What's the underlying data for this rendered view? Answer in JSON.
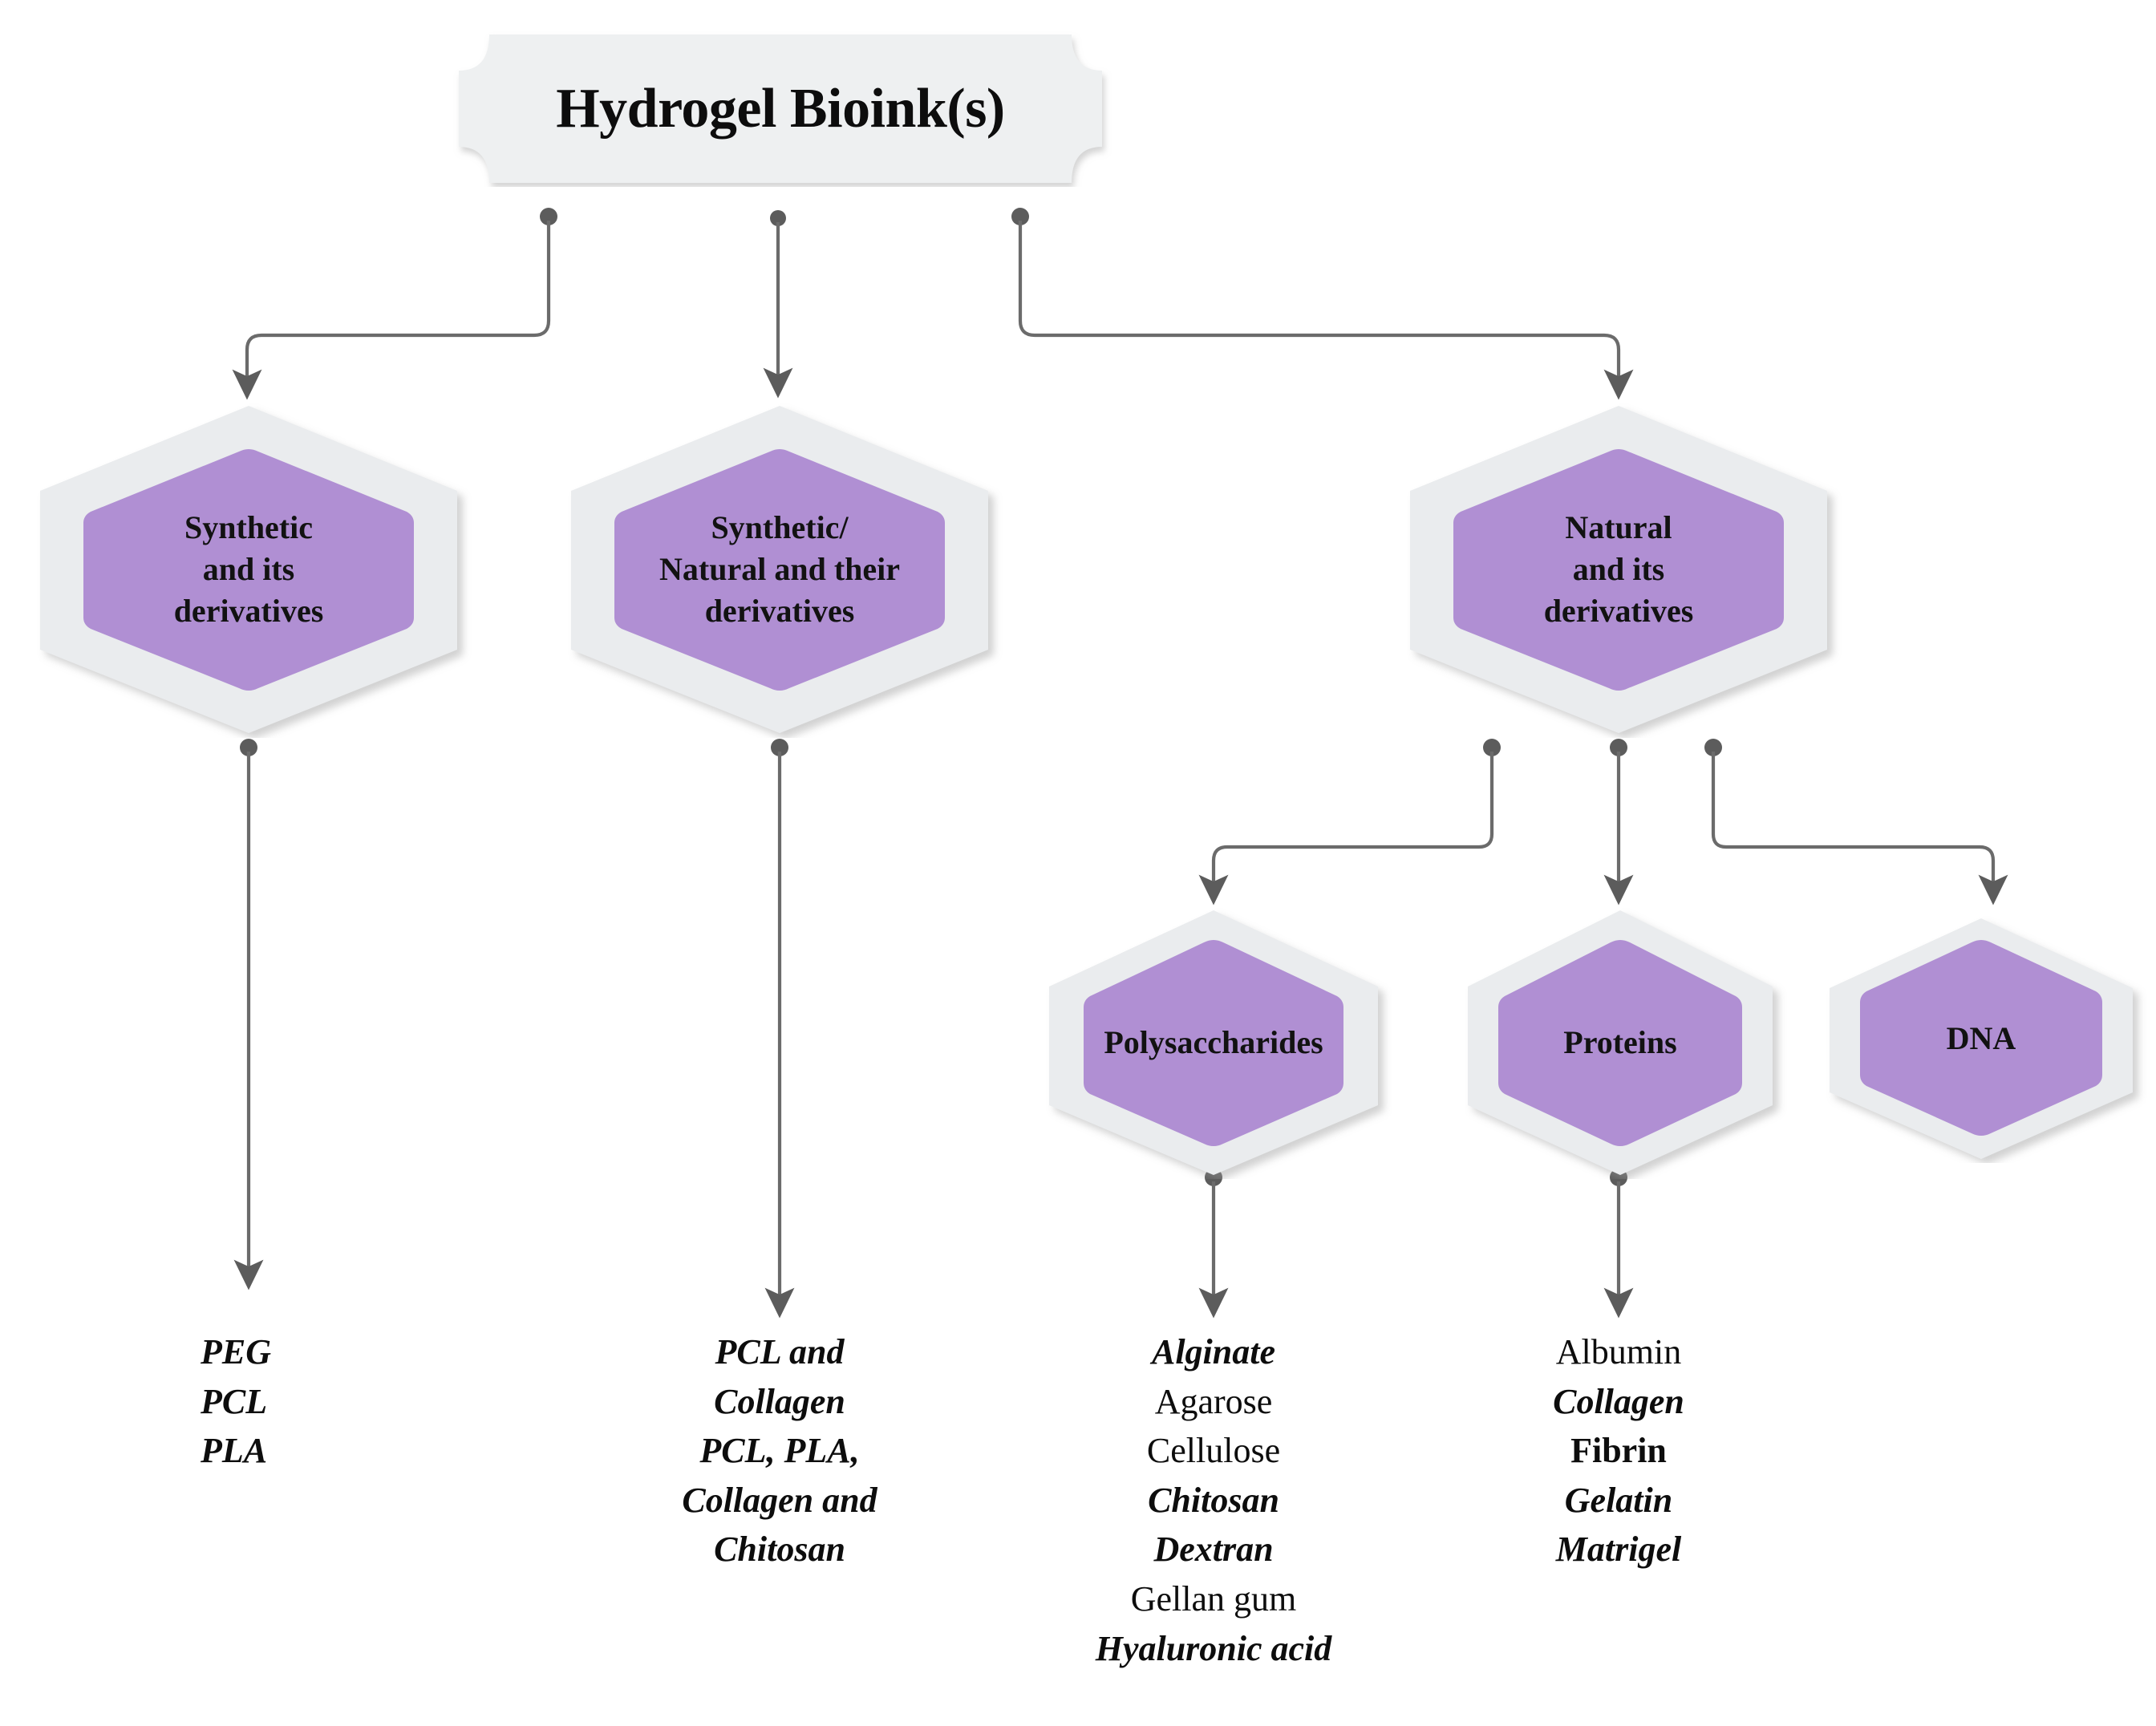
{
  "diagram": {
    "title": "Hydrogel Bioink(s)",
    "root": {
      "label": "Hydrogel Bioink(s)"
    },
    "tier1": [
      {
        "label": "Synthetic\nand its\nderivatives"
      },
      {
        "label": "Synthetic/\nNatural and their\nderivatives"
      },
      {
        "label": "Natural\nand its\nderivatives"
      }
    ],
    "tier2": [
      {
        "label": "Polysaccharides"
      },
      {
        "label": "Proteins"
      },
      {
        "label": "DNA"
      }
    ],
    "lists": {
      "synthetic": {
        "items": [
          {
            "text": "PEG",
            "style": "bold-italic"
          },
          {
            "text": "PCL",
            "style": "bold-italic"
          },
          {
            "text": "PLA",
            "style": "bold-italic"
          }
        ]
      },
      "synthetic_natural": {
        "items": [
          {
            "text": "PCL and",
            "style": "bold-italic"
          },
          {
            "text": "Collagen",
            "style": "bold-italic"
          },
          {
            "text": "PCL, PLA,",
            "style": "bold-italic"
          },
          {
            "text": "Collagen and",
            "style": "bold-italic"
          },
          {
            "text": "Chitosan",
            "style": "bold-italic"
          }
        ]
      },
      "polysaccharides": {
        "items": [
          {
            "text": "Alginate",
            "style": "bold-italic"
          },
          {
            "text": "Agarose",
            "style": "normal"
          },
          {
            "text": "Cellulose",
            "style": "normal"
          },
          {
            "text": "Chitosan",
            "style": "bold-italic"
          },
          {
            "text": "Dextran",
            "style": "bold-italic"
          },
          {
            "text": "Gellan gum",
            "style": "normal"
          },
          {
            "text": "Hyaluronic acid",
            "style": "bold-italic"
          }
        ]
      },
      "proteins": {
        "items": [
          {
            "text": "Albumin",
            "style": "normal"
          },
          {
            "text": "Collagen",
            "style": "bold-italic"
          },
          {
            "text": "Fibrin",
            "style": "bold"
          },
          {
            "text": "Gelatin",
            "style": "bold-italic"
          },
          {
            "text": "Matrigel",
            "style": "bold-italic"
          }
        ]
      }
    },
    "colors": {
      "hex_fill_purple": "#b08fd3",
      "hex_outer_gray": "#eaecee",
      "plaque_fill": "#eef0f1",
      "connector_line": "#6b6b6b",
      "text_dark": "#0d0d0d",
      "background": "#ffffff"
    }
  }
}
